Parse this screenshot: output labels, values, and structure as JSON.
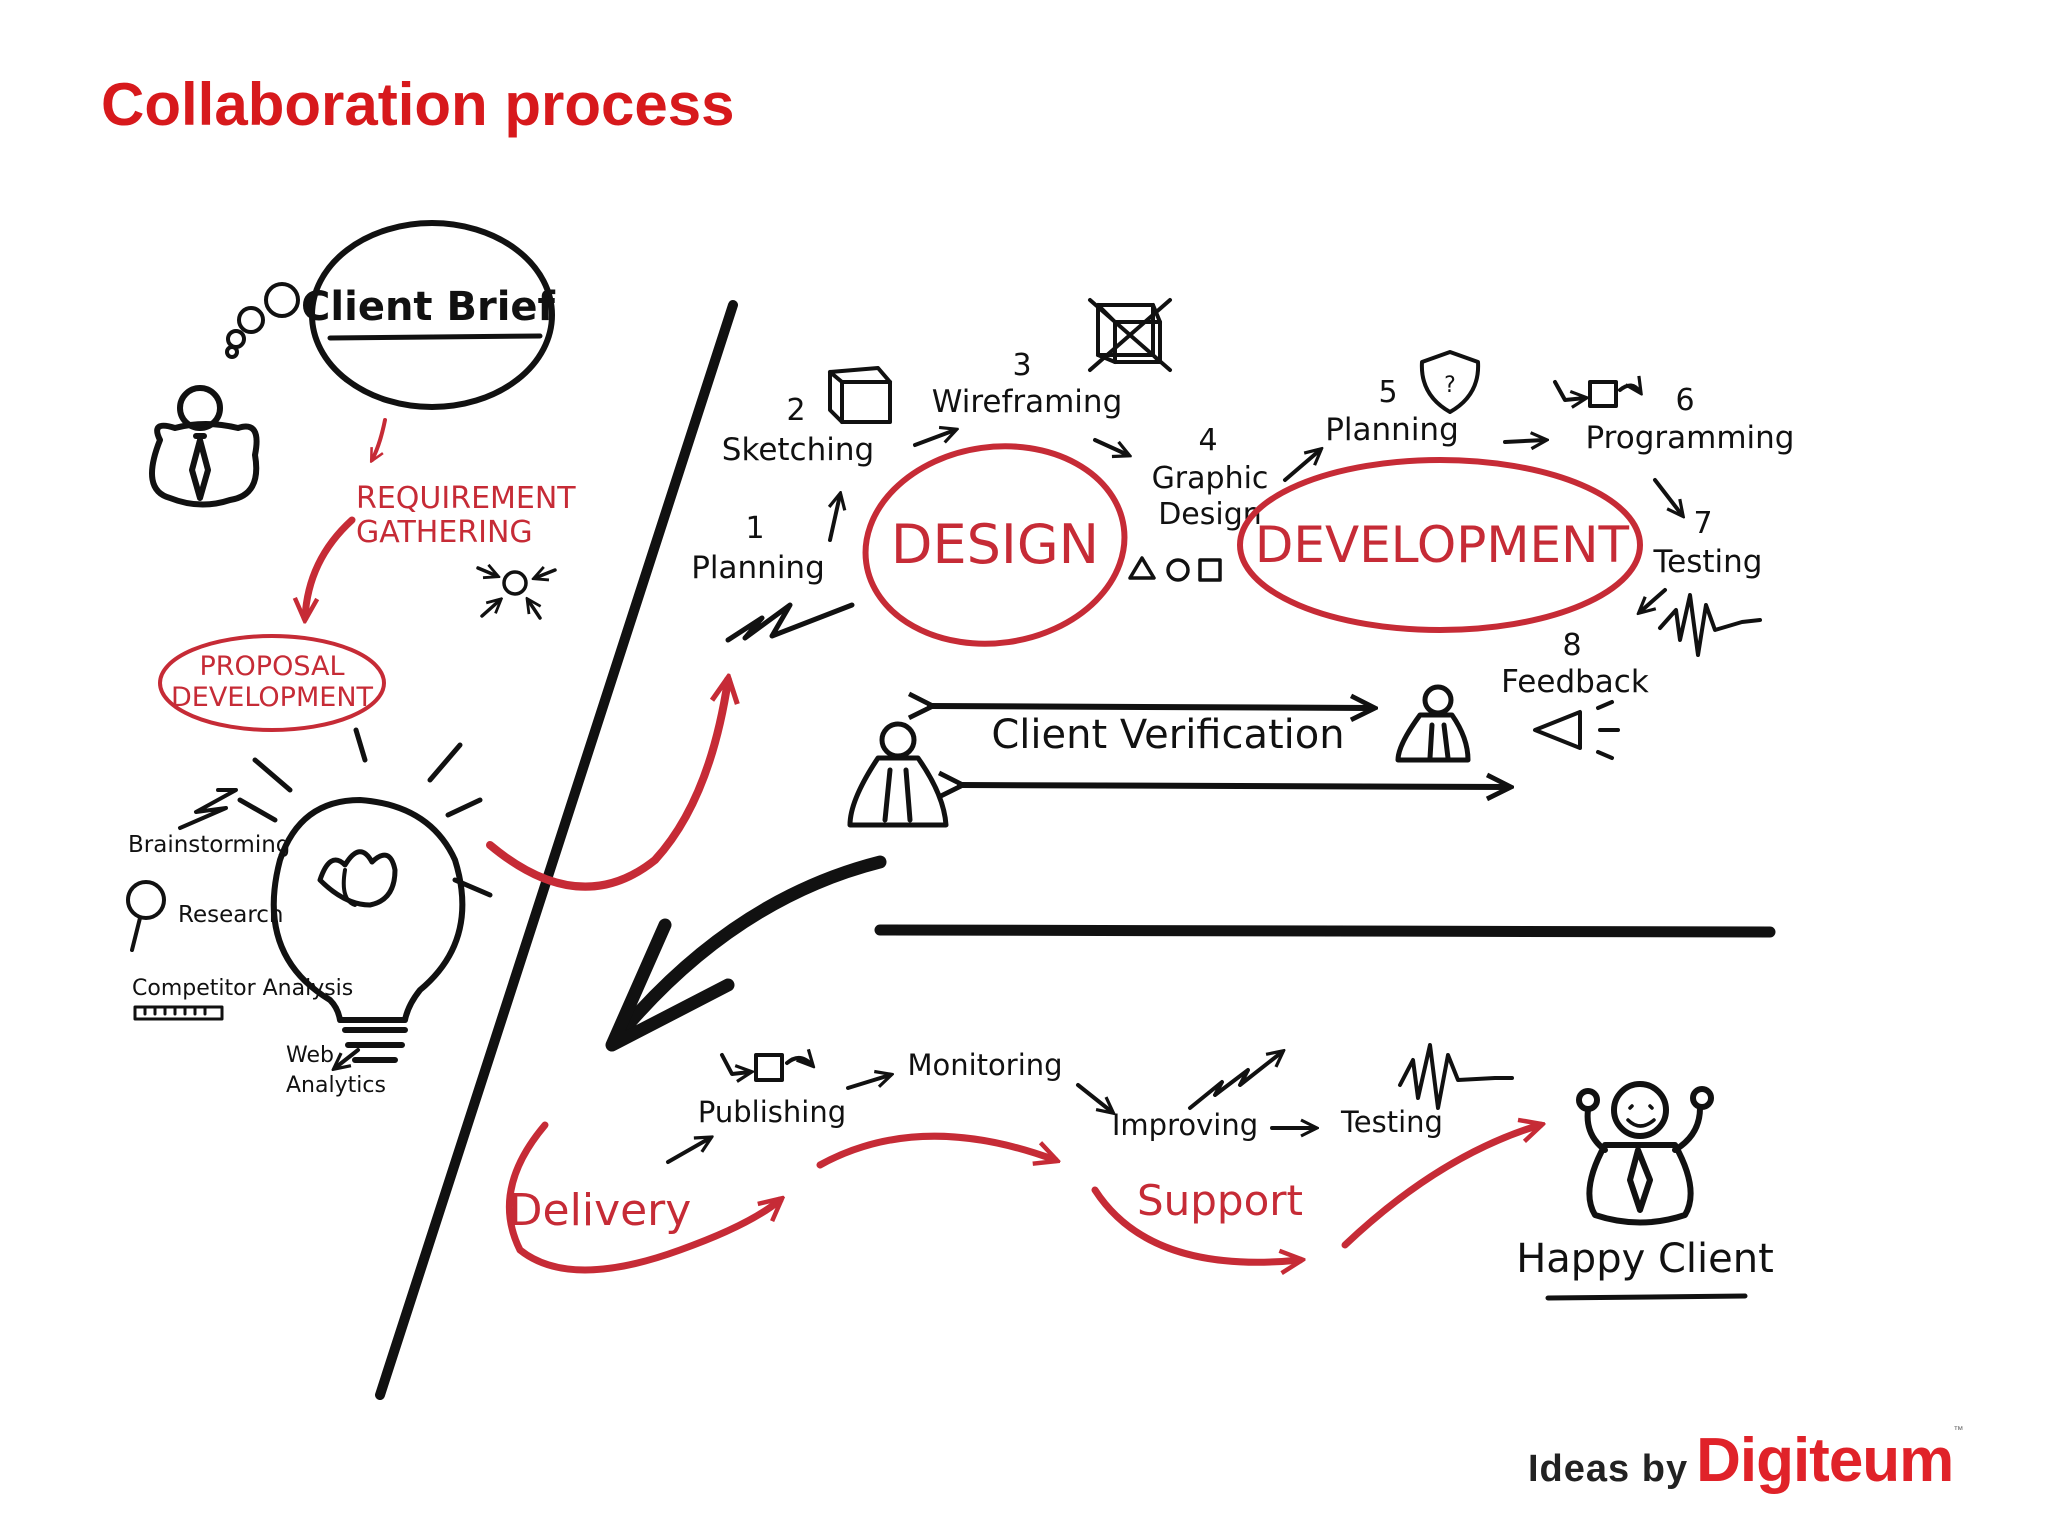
{
  "title": "Collaboration process",
  "intake": {
    "client_brief": "Client Brief",
    "requirement_line1": "REQUIREMENT",
    "requirement_line2": "GATHERING",
    "proposal_line1": "PROPOSAL",
    "proposal_line2": "DEVELOPMENT",
    "brainstorming": "Brainstorming",
    "research": "Research",
    "competitor_analysis": "Competitor Analysis",
    "web_analytics_line1": "Web",
    "web_analytics_line2": "Analytics"
  },
  "design_dev": {
    "planning": {
      "num": "1",
      "label": "Planning"
    },
    "sketching": {
      "num": "2",
      "label": "Sketching"
    },
    "wireframing": {
      "num": "3",
      "label": "Wireframing"
    },
    "graphic_design": {
      "num": "4",
      "line1": "Graphic",
      "line2": "Design"
    },
    "dev_planning": {
      "num": "5",
      "label": "Planning"
    },
    "programming": {
      "num": "6",
      "label": "Programming"
    },
    "testing": {
      "num": "7",
      "label": "Testing"
    },
    "feedback": {
      "num": "8",
      "label": "Feedback"
    },
    "design": "DESIGN",
    "development": "DEVELOPMENT",
    "client_verification": "Client Verification"
  },
  "delivery": {
    "delivery": "Delivery",
    "publishing": "Publishing",
    "monitoring": "Monitoring",
    "improving": "Improving",
    "testing": "Testing",
    "support": "Support",
    "happy_client": "Happy Client"
  },
  "brand": {
    "prefix": "Ideas by",
    "name": "Digiteum",
    "tm": "™"
  },
  "colors": {
    "title_red": "#d7191c",
    "sketch_red": "#c62b36",
    "ink": "#111111",
    "brand_red": "#e02229"
  }
}
